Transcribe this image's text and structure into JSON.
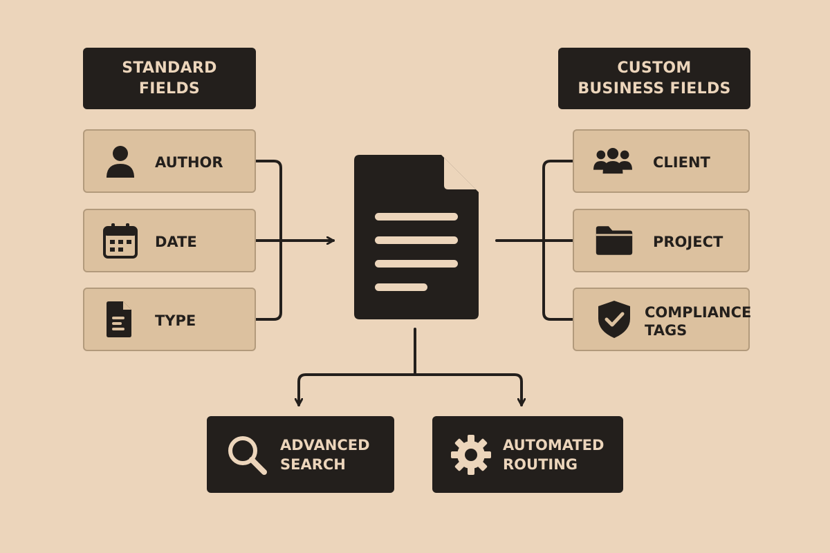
{
  "colors": {
    "background": "#ecd5bb",
    "dark": "#231f1c",
    "field_fill": "#dcc19f",
    "field_border": "#b29a7c",
    "light_text": "#ecd5bb"
  },
  "standard": {
    "heading": "STANDARD\nFIELDS",
    "items": [
      {
        "label": "AUTHOR",
        "icon": "person-icon"
      },
      {
        "label": "DATE",
        "icon": "calendar-icon"
      },
      {
        "label": "TYPE",
        "icon": "document-icon"
      }
    ]
  },
  "custom": {
    "heading": "CUSTOM\nBUSINESS FIELDS",
    "items": [
      {
        "label": "CLIENT",
        "icon": "group-icon"
      },
      {
        "label": "PROJECT",
        "icon": "folder-icon"
      },
      {
        "label": "COMPLIANCE\nTAGS",
        "icon": "shield-check-icon"
      }
    ]
  },
  "center": {
    "icon": "document-icon"
  },
  "outputs": [
    {
      "label": "ADVANCED\nSEARCH",
      "icon": "search-icon"
    },
    {
      "label": "AUTOMATED\nROUTING",
      "icon": "gear-icon"
    }
  ]
}
